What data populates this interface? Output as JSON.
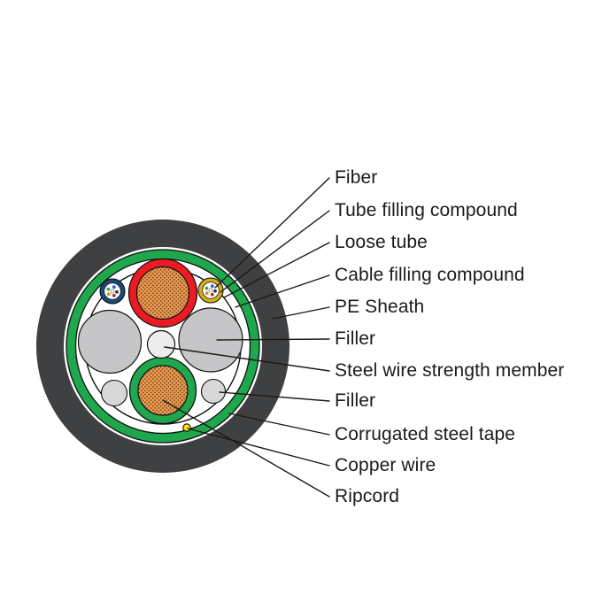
{
  "diagram": {
    "type": "fiber-optic-cable-cross-section",
    "background": "#FFFFFF",
    "labels": [
      {
        "text": "Fiber",
        "target": "fiber"
      },
      {
        "text": "Tube filling compound",
        "target": "tube-filling-compound"
      },
      {
        "text": "Loose tube",
        "target": "loose-tube"
      },
      {
        "text": "Cable filling compound",
        "target": "cable-filling-compound"
      },
      {
        "text": "PE Sheath",
        "target": "pe-sheath"
      },
      {
        "text": "Filler",
        "target": "filler-large"
      },
      {
        "text": "Steel wire strength member",
        "target": "steel-wire-strength-member"
      },
      {
        "text": "Filler",
        "target": "filler-small"
      },
      {
        "text": "Corrugated steel tape",
        "target": "corrugated-steel-tape"
      },
      {
        "text": "Copper wire",
        "target": "copper-wire"
      },
      {
        "text": "Ripcord",
        "target": "ripcord"
      }
    ],
    "colors": {
      "pe_sheath": "#3F4042",
      "steel_tape_green": "#1EA74D",
      "loose_tube_red": "#EC1B23",
      "loose_tube_blue": "#19497B",
      "loose_tube_yellow": "#D8AD10",
      "loose_tube_green": "#1EA74D",
      "filling_compound_orange": "#F09A50",
      "filling_dot_brown": "#4A3110",
      "filler_large_gray": "#C6C6C8",
      "filler_small_gray": "#D8D8DA",
      "steel_wire_gray": "#EDEDEF",
      "copper_wire_yellow": "#FFE10A",
      "leader_line": "#1A1A1A",
      "label_text": "#1A1A1A"
    },
    "fiber_dot_colors": [
      "#3BA33B",
      "#2B5FD9",
      "#333333",
      "#A93226",
      "#E08A28"
    ]
  }
}
